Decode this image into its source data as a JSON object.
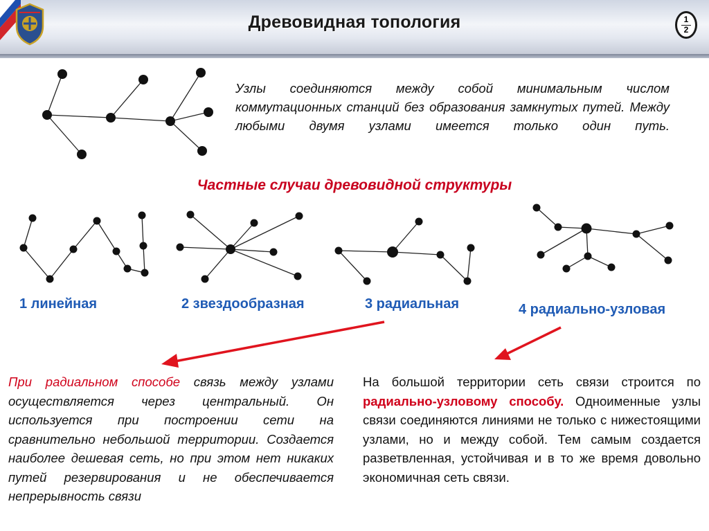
{
  "header": {
    "title": "Древовидная топология",
    "page_badge_top": "1",
    "page_badge_bottom": "2"
  },
  "intro": {
    "text": "Узлы соединяются между собой минимальным числом коммутационных станций без образования замкнутых путей. Между любыми двумя узлами имеется только один путь."
  },
  "subheading": "Частные случаи древовидной структуры",
  "types": [
    {
      "label": "1 линейная"
    },
    {
      "label": "2 звездообразная"
    },
    {
      "label": "3 радиальная"
    },
    {
      "label": "4 радиально-узловая"
    }
  ],
  "left_text": {
    "highlight": "При радиальном способе",
    "rest": " связь между узлами осуществляется через центральный. Он используется при построении сети на сравнительно небольшой территории. Создается наиболее дешевая сеть, но при этом нет никаких путей резервирования и не обеспечивается непрерывность связи"
  },
  "right_text": {
    "before": "На большой территории сеть связи строится по ",
    "highlight": "радиально-узловому способу.",
    "after": " Одноименные узлы связи соединяются линиями не только с нижестоящими узлами, но и между собой. Тем самым создается разветвленная, устойчивая и в то же время довольно экономичная сеть связи."
  },
  "colors": {
    "accent_red": "#d0021b",
    "label_blue": "#1f5bb5",
    "node": "#111111"
  },
  "icons": {
    "emblem": "emblem-icon",
    "arrows": "red-arrow-icon"
  }
}
